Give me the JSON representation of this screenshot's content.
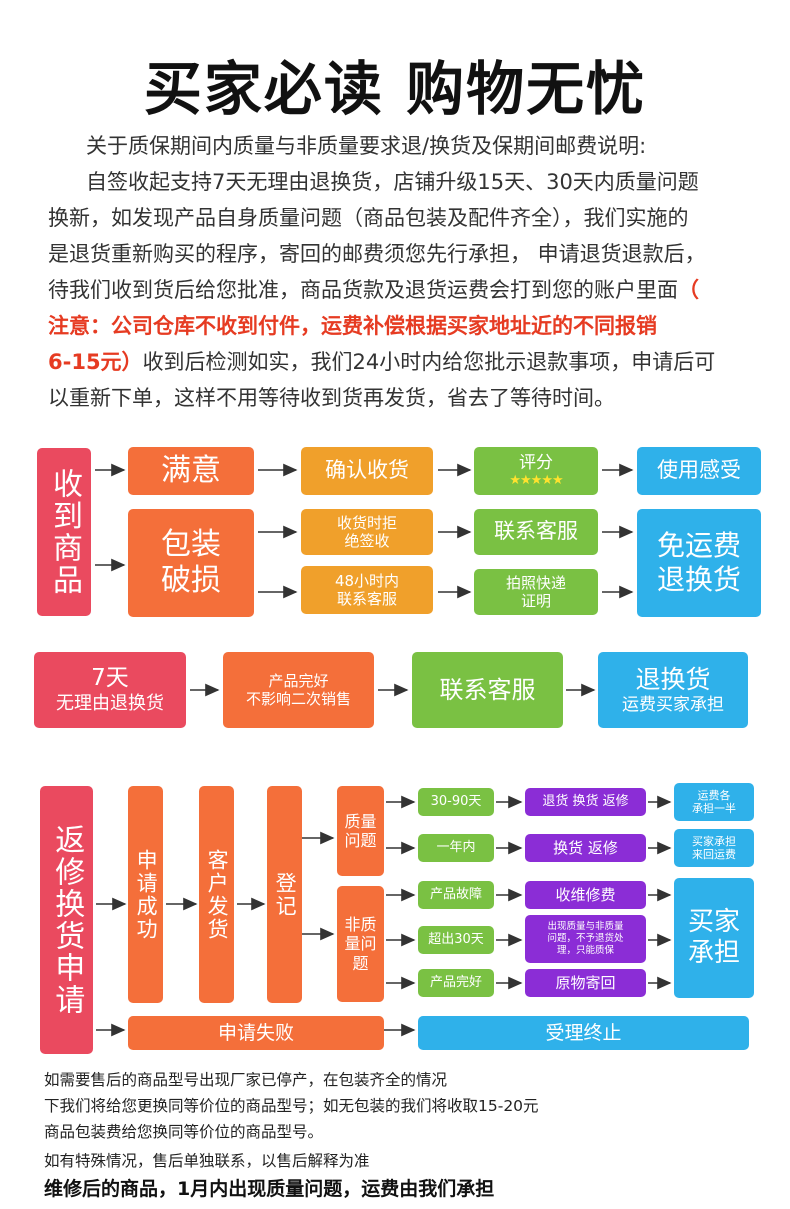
{
  "title": "买家必读 购物无忧",
  "intro": {
    "line1": "关于质保期间内质量与非质量要求退/换货及保期间邮费说明:",
    "line2": "自签收起支持7天无理由退换货，店铺升级15天、30天内质量问题",
    "line3": "换新，如发现产品自身质量问题（商品包装及配件齐全），我们实施的",
    "line4": "是退货重新购买的程序，寄回的邮费须您先行承担， 申请退货退款后，",
    "line5_a": "待我们收到货后给您批准，商品货款及退货运费会打到您的账户里面",
    "line5_b": "（",
    "line6": "注意：公司仓库不收到付件，运费补偿根据买家地址近的不同报销",
    "line7_a": "6-15元）",
    "line7_b": "收到后检测如实，我们24小时内给您批示退款事项，申请后可",
    "line8": "以重新下单，这样不用等待收到货再发货，省去了等待时间。"
  },
  "flow1": {
    "start": "收到商品",
    "satisfied": "满意",
    "confirm": "确认收货",
    "rate": "评分",
    "stars": "★★★★★",
    "experience": "使用感受",
    "damaged": "包装破损",
    "refuse_1": "收货时拒",
    "refuse_2": "绝签收",
    "h48_1": "48小时内",
    "h48_2": "联系客服",
    "contact": "联系客服",
    "photo_1": "拍照快递",
    "photo_2": "证明",
    "free_1": "免运费",
    "free_2": "退换货"
  },
  "flow2": {
    "d7_1": "7天",
    "d7_2": "无理由退换货",
    "good_1": "产品完好",
    "good_2": "不影响二次销售",
    "contact": "联系客服",
    "ret_1": "退换货",
    "ret_2": "运费买家承担"
  },
  "flow3": {
    "start": "返修换货申请",
    "success": "申请成功",
    "ship": "客户发货",
    "register": "登记",
    "quality": "质量问题",
    "nonquality": "非质量问题",
    "d30_90": "30-90天",
    "year": "一年内",
    "fault": "产品故障",
    "over30": "超出30天",
    "intact": "产品完好",
    "r1": "退货 换货 返修",
    "r2": "换货  返修",
    "r3": "收维修费",
    "r4_1": "出现质量与非质量",
    "r4_2": "问题，不予退货处",
    "r4_3": "理，只能质保",
    "r5": "原物寄回",
    "c1_1": "运费各",
    "c1_2": "承担一半",
    "c2_1": "买家承担",
    "c2_2": "来回运费",
    "c3_1": "买家",
    "c3_2": "承担",
    "fail": "申请失败",
    "end": "受理终止"
  },
  "footer": {
    "l1": "如需要售后的商品型号出现厂家已停产，在包装齐全的情况",
    "l2": "下我们将给您更换同等价位的商品型号；如无包装的我们将收取15-20元",
    "l3": "商品包装费给您换同等价位的商品型号。",
    "l4": "如有特殊情况，售后单独联系，以售后解释为准",
    "l5": "维修后的商品，1月内出现质量问题，运费由我们承担"
  },
  "colors": {
    "red": "#ea4a5f",
    "orange": "#f46f3a",
    "amber": "#f0a02b",
    "green": "#7ac143",
    "cyan": "#2fb1ea",
    "purple": "#8b2dd6",
    "highlight": "#e63b22"
  }
}
